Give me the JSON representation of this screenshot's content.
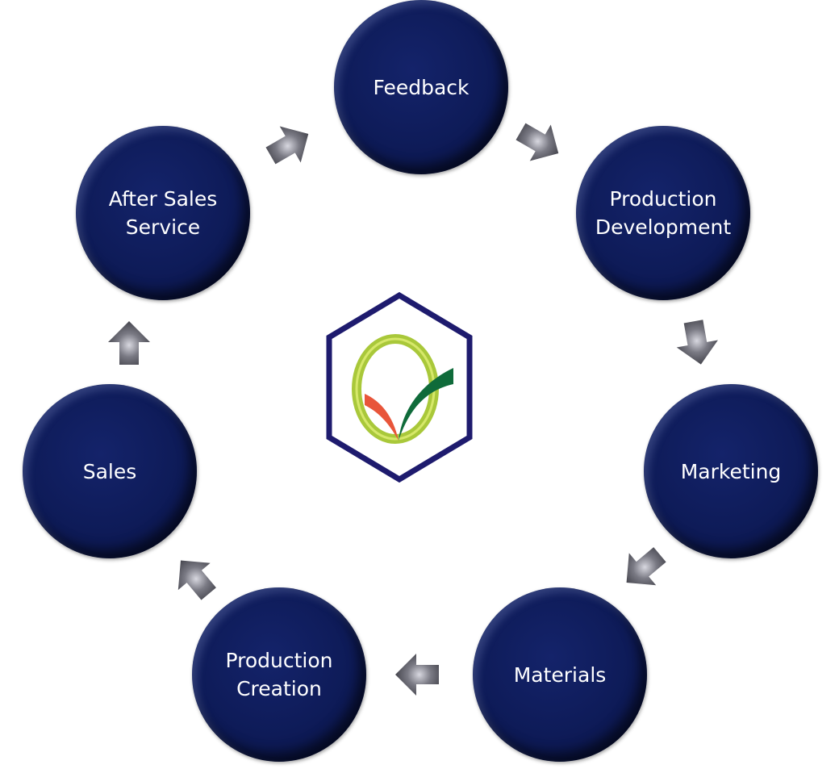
{
  "diagram": {
    "title": "",
    "flow_direction": "clockwise",
    "nodes": [
      {
        "id": "feedback",
        "label": "Feedback"
      },
      {
        "id": "production-development",
        "label": "Production\nDevelopment"
      },
      {
        "id": "marketing",
        "label": "Marketing"
      },
      {
        "id": "materials",
        "label": "Materials"
      },
      {
        "id": "production-creation",
        "label": "Production\nCreation"
      },
      {
        "id": "sales",
        "label": "Sales"
      },
      {
        "id": "after-sales-service",
        "label": "After Sales\nService"
      }
    ],
    "edges": [
      {
        "from": "feedback",
        "to": "production-development"
      },
      {
        "from": "production-development",
        "to": "marketing"
      },
      {
        "from": "marketing",
        "to": "materials"
      },
      {
        "from": "materials",
        "to": "production-creation"
      },
      {
        "from": "production-creation",
        "to": "sales"
      },
      {
        "from": "sales",
        "to": "after-sales-service"
      },
      {
        "from": "after-sales-service",
        "to": "feedback"
      }
    ],
    "center_logo": {
      "icon": "hexagon-leaf-check-logo"
    },
    "colors": {
      "node_fill": "#0e1b58",
      "node_text": "#ffffff",
      "arrow": "#6a6a72",
      "hexagon": "#1e1b6e",
      "logo_ring": "#a9c83a",
      "logo_leaf_green": "#0f6b3a",
      "logo_leaf_red": "#e8553a"
    }
  }
}
